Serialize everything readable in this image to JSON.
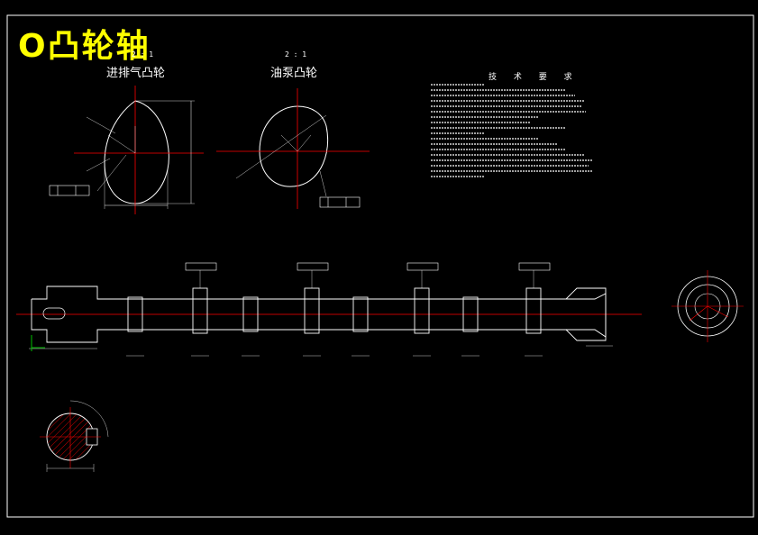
{
  "drawing": {
    "title": "O凸轮轴"
  },
  "views": {
    "intake_exhaust_cam": {
      "title": "进排气凸轮",
      "scale": "2 : 1"
    },
    "oil_pump_cam": {
      "title": "油泵凸轮",
      "scale": "2 : 1"
    }
  },
  "tech_requirements": {
    "title": "技 术 要 求"
  },
  "colors": {
    "background": "#000000",
    "outline": "#ffffff",
    "centerline": "#ff0000",
    "title": "#ffff00",
    "datum": "#00c000"
  }
}
